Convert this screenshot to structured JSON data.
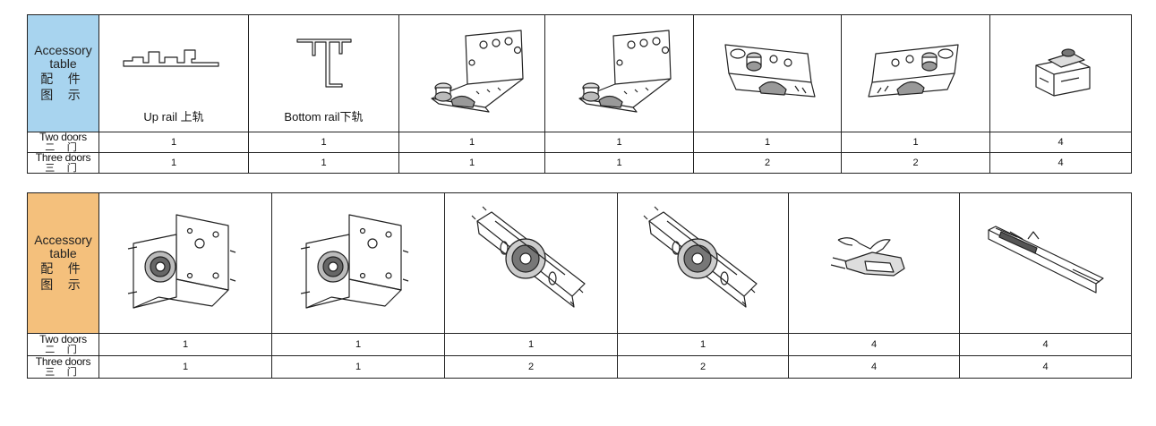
{
  "table1": {
    "header": {
      "en": "Accessory table",
      "cn1": "配 件",
      "cn2": "图 示"
    },
    "items": [
      {
        "caption": "Up rail 上轨",
        "icon": "up-rail-profile"
      },
      {
        "caption": "Bottom rail下轨",
        "icon": "bottom-rail-profile"
      },
      {
        "caption": "",
        "icon": "roller-bracket"
      },
      {
        "caption": "",
        "icon": "roller-bracket"
      },
      {
        "caption": "",
        "icon": "guide-bracket"
      },
      {
        "caption": "",
        "icon": "guide-bracket"
      },
      {
        "caption": "",
        "icon": "stopper-block"
      }
    ],
    "rows": [
      {
        "en": "Two doors",
        "cn": "二 门",
        "values": [
          "1",
          "1",
          "1",
          "1",
          "1",
          "1",
          "4"
        ]
      },
      {
        "en": "Three doors",
        "cn": "三 门",
        "values": [
          "1",
          "1",
          "1",
          "1",
          "2",
          "2",
          "4"
        ]
      }
    ]
  },
  "table2": {
    "header": {
      "en": "Accessory table",
      "cn1": "配 件",
      "cn2": "图 示"
    },
    "items": [
      {
        "icon": "wheel-bracket"
      },
      {
        "icon": "wheel-bracket"
      },
      {
        "icon": "roller-plate"
      },
      {
        "icon": "roller-plate"
      },
      {
        "icon": "clip"
      },
      {
        "icon": "damper-rail"
      }
    ],
    "rows": [
      {
        "en": "Two doors",
        "cn": "二 门",
        "values": [
          "1",
          "1",
          "1",
          "1",
          "4",
          "4"
        ]
      },
      {
        "en": "Three doors",
        "cn": "三 门",
        "values": [
          "1",
          "1",
          "2",
          "2",
          "4",
          "4"
        ]
      }
    ]
  },
  "colors": {
    "blue_header": "#a8d4ef",
    "orange_header": "#f4c07c",
    "border": "#222222"
  }
}
